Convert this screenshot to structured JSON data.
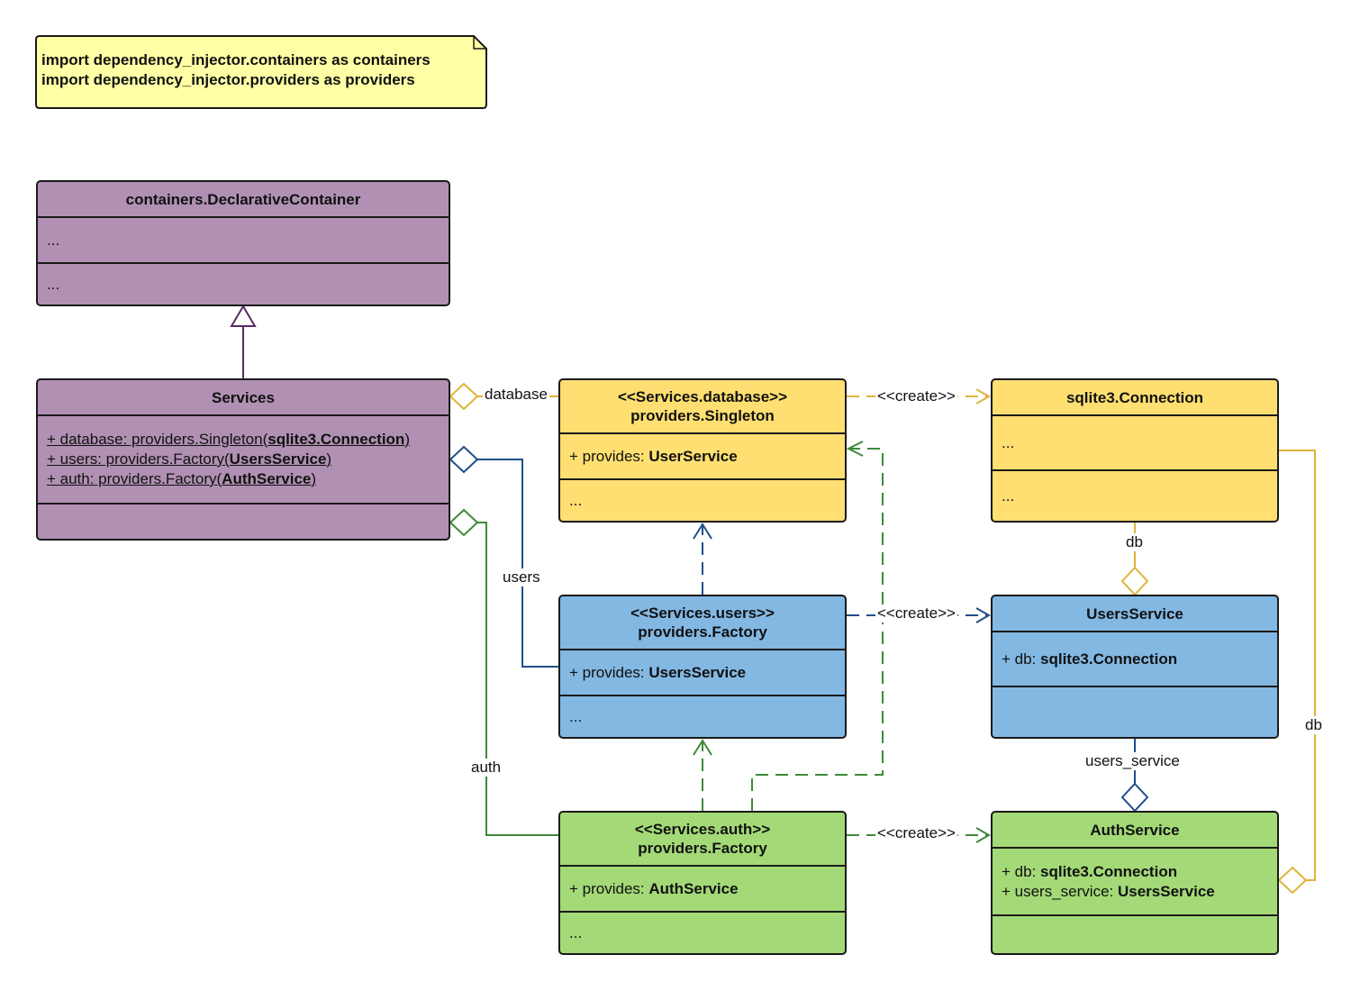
{
  "note": {
    "lines": [
      "import dependency_injector.containers as containers",
      "import dependency_injector.providers as providers"
    ]
  },
  "declarative_container": {
    "title": "containers.DeclarativeContainer",
    "attributes": "...",
    "methods": "..."
  },
  "services": {
    "title": "Services",
    "attr1": {
      "prefix": "+ database: providers.Singleton(",
      "type": "sqlite3.Connection",
      "suffix": ")"
    },
    "attr2": {
      "prefix": "+ users: providers.Factory(",
      "type": "UsersService",
      "suffix": ")"
    },
    "attr3": {
      "prefix": "+ auth: providers.Factory(",
      "type": "AuthService",
      "suffix": ")"
    }
  },
  "singleton": {
    "stereotype": "<<Services.database>>",
    "title": "providers.Singleton",
    "provides_prefix": "+ provides: ",
    "provides_type": "UserService",
    "methods": "..."
  },
  "users_factory": {
    "stereotype": "<<Services.users>>",
    "title": "providers.Factory",
    "provides_prefix": "+ provides: ",
    "provides_type": "UsersService",
    "methods": "..."
  },
  "auth_factory": {
    "stereotype": "<<Services.auth>>",
    "title": "providers.Factory",
    "provides_prefix": "+ provides: ",
    "provides_type": "AuthService",
    "methods": "..."
  },
  "sqlite_connection": {
    "title": "sqlite3.Connection",
    "attributes": "...",
    "methods": "..."
  },
  "users_service": {
    "title": "UsersService",
    "db_prefix": "+ db: ",
    "db_type": "sqlite3.Connection"
  },
  "auth_service": {
    "title": "AuthService",
    "db_prefix": "+ db: ",
    "db_type": "sqlite3.Connection",
    "us_prefix": "+ users_service: ",
    "us_type": "UsersService"
  },
  "labels": {
    "database": "database",
    "users": "users",
    "auth": "auth",
    "create_1": "<<create>>",
    "create_2": "<<create>>",
    "create_3": "<<create>>",
    "db_1": "db",
    "db_2": "db",
    "users_service": "users_service"
  },
  "colors": {
    "purple": "#b191b3",
    "yellow": "#ffdf71",
    "blue": "#83b8e3",
    "green": "#a3d977",
    "note": "#ffffa6",
    "yellow_line": "#e0b43a",
    "blue_line": "#1f4f8a",
    "green_line": "#3f8a3a",
    "purple_line": "#5a2a66"
  }
}
